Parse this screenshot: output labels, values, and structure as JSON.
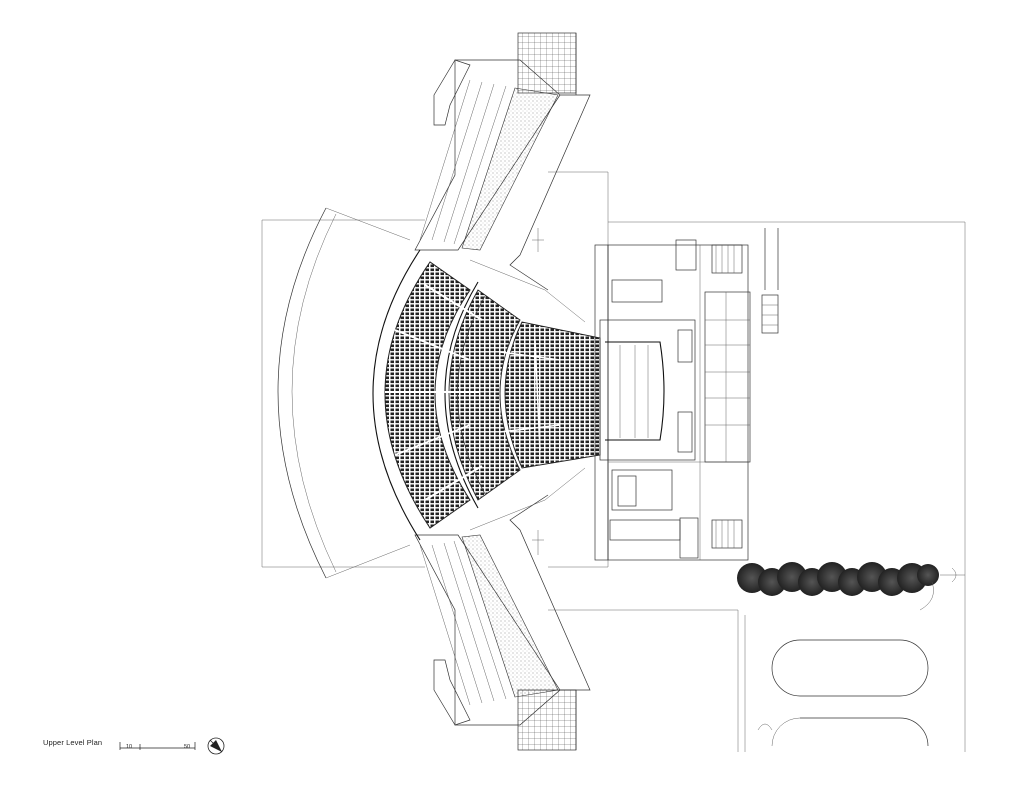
{
  "drawing": {
    "title": "Upper Level Plan",
    "scale_bar": {
      "labels": [
        "10",
        "50"
      ]
    },
    "north_arrow": "north-arrow-icon",
    "line_color": "#333333",
    "background": "#ffffff"
  }
}
